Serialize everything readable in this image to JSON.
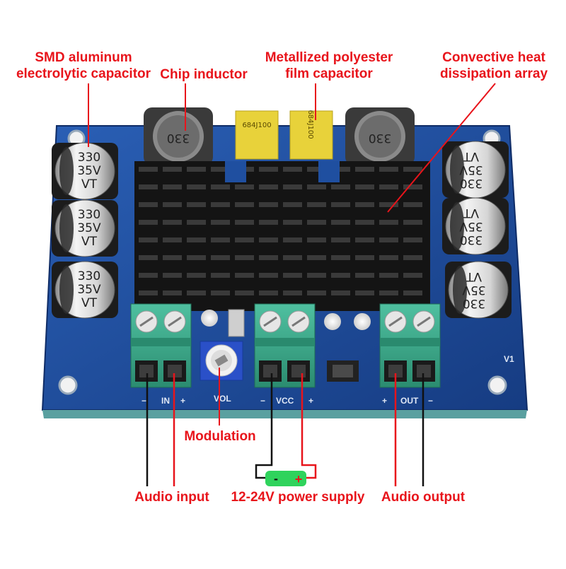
{
  "labels": {
    "smd_cap": [
      "SMD aluminum",
      "electrolytic capacitor"
    ],
    "chip_inductor": [
      "Chip inductor"
    ],
    "film_cap": [
      "Metallized polyester",
      "film capacitor"
    ],
    "heatsink": [
      "Convective heat",
      "dissipation array"
    ],
    "modulation": [
      "Modulation"
    ],
    "audio_input": [
      "Audio input"
    ],
    "power_supply": [
      "12-24V power supply"
    ],
    "audio_output": [
      "Audio output"
    ]
  },
  "board_marks": {
    "cap_lines": [
      "330",
      "35V",
      "VT"
    ],
    "inductor_code": "330",
    "film_code": "684J100",
    "in_label": "IN",
    "vol_label": "VOL",
    "vcc_label": "VCC",
    "out_label": "OUT",
    "minus": "−",
    "plus": "+",
    "v1": "V1"
  },
  "battery": {
    "minus": "-",
    "plus": "+"
  },
  "colors": {
    "label_red": "#e8141b",
    "pcb_blue": "#1f4fa0",
    "heatsink_black": "#141414",
    "terminal_green": "#3aa58a",
    "battery_green": "#2fd35c"
  }
}
